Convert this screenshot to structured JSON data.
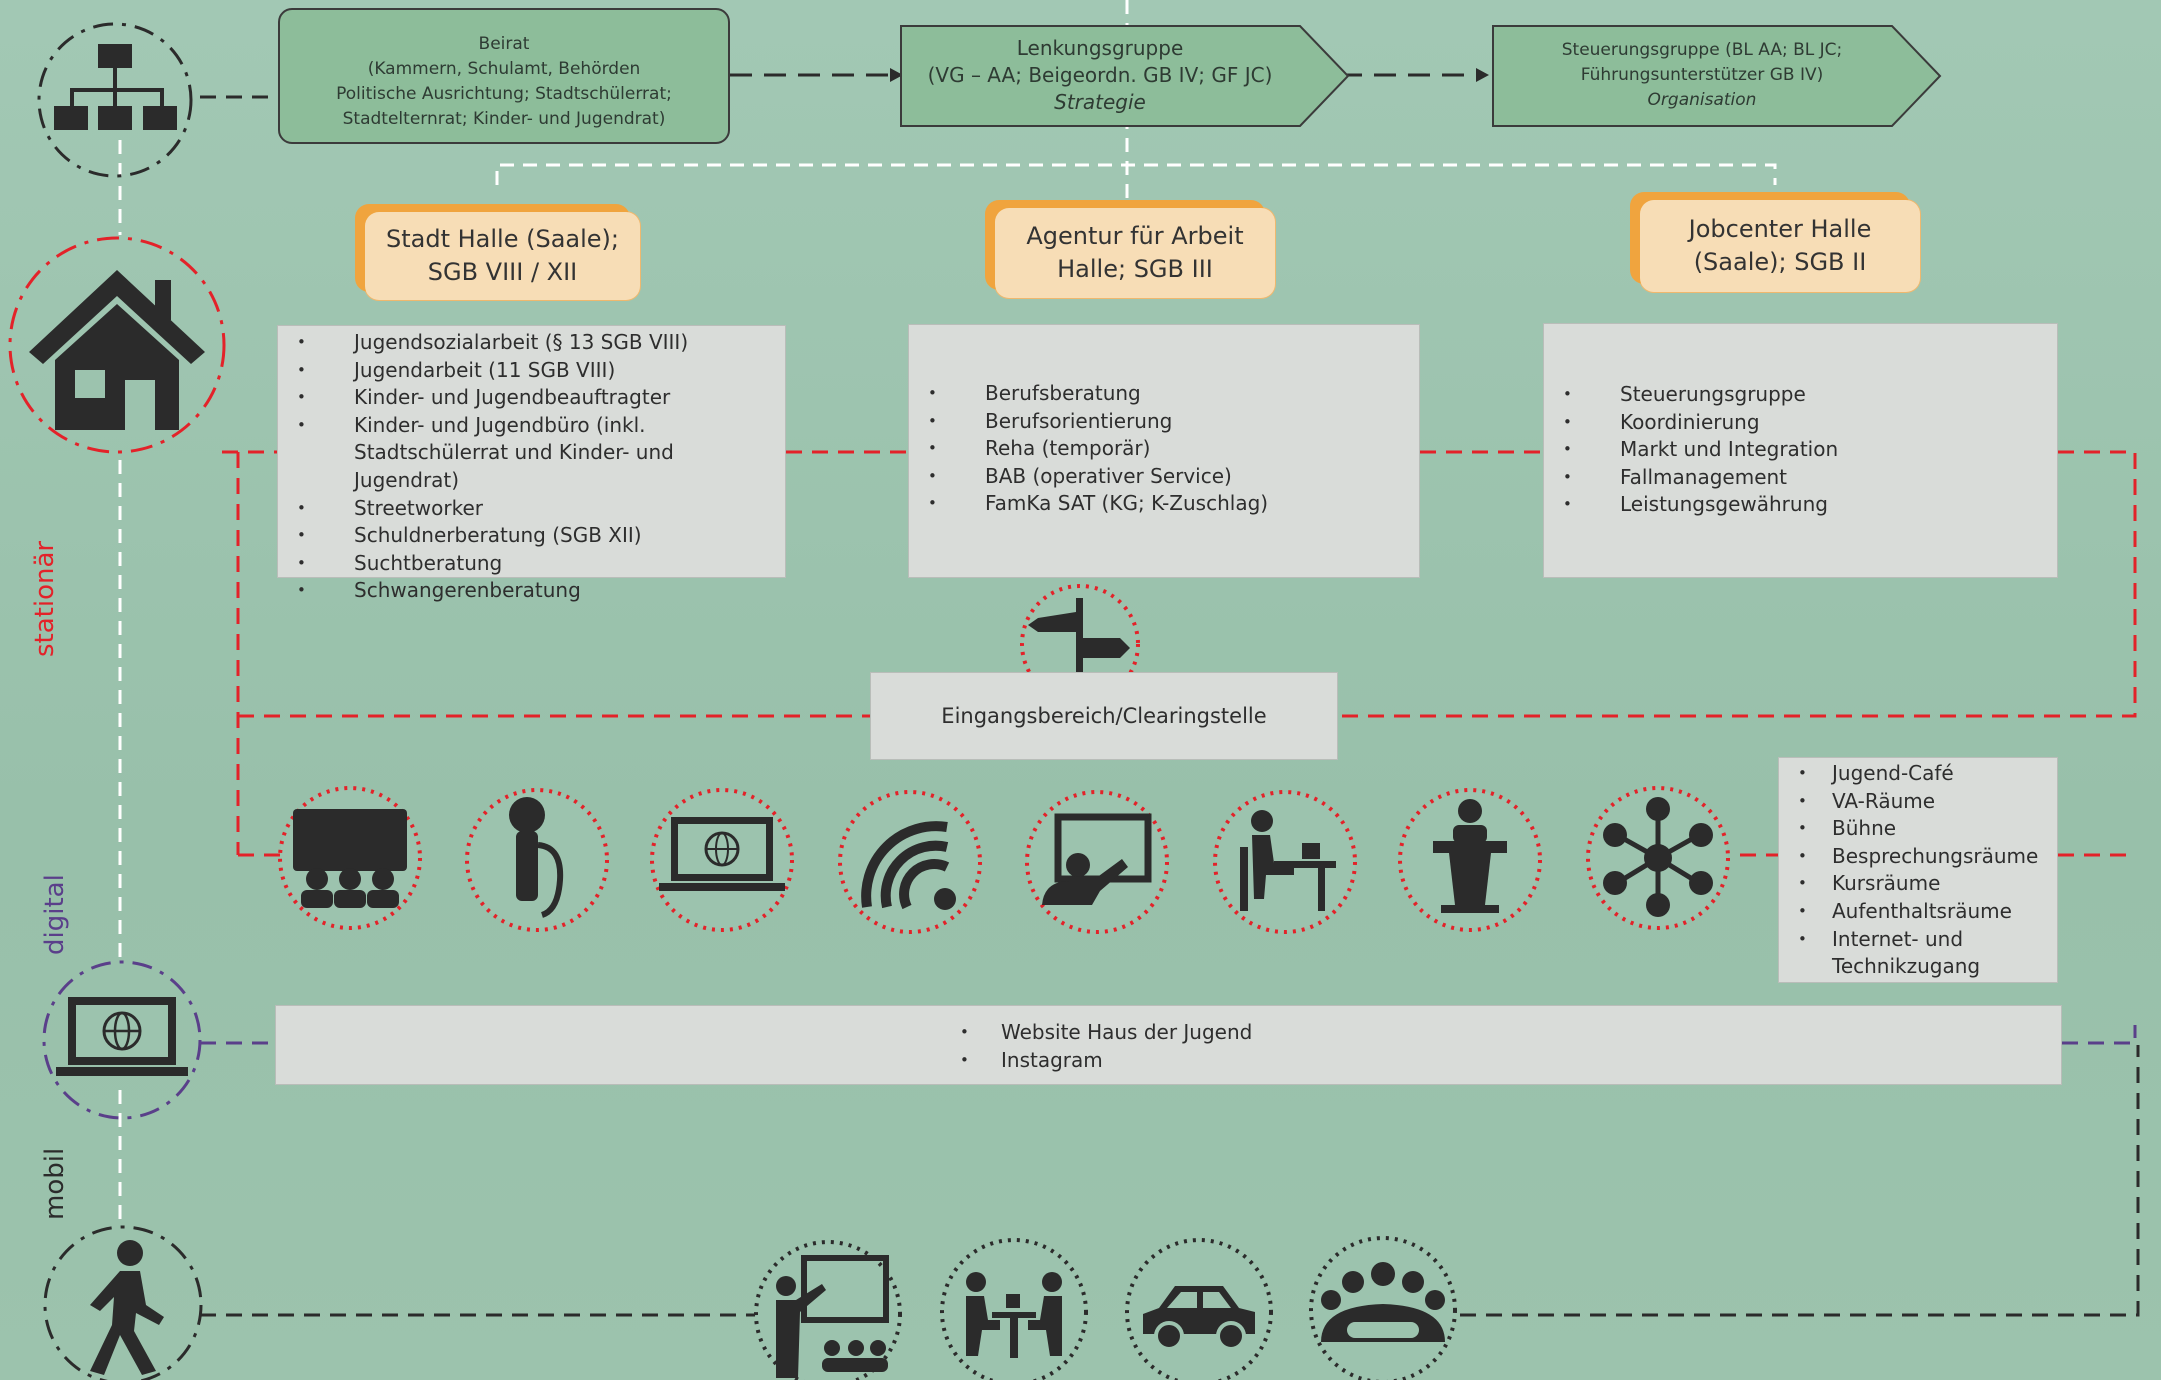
{
  "governance": {
    "beirat": {
      "title": "Beirat",
      "lines": [
        "(Kammern, Schulamt, Behörden",
        "Politische Ausrichtung; Stadtschülerrat;",
        "Stadtelternrat; Kinder- und Jugendrat)"
      ]
    },
    "lenkungsgruppe": {
      "title": "Lenkungsgruppe",
      "members": "(VG – AA; Beigeordn. GB IV; GF JC)",
      "role": "Strategie"
    },
    "steuerungsgruppe": {
      "title": "Steuerungsgruppe (BL AA; BL JC;",
      "members": "Führungsunterstützer GB IV)",
      "role": "Organisation"
    }
  },
  "partners": [
    {
      "name_line1": "Stadt Halle (Saale);",
      "name_line2": "SGB VIII / XII",
      "services": [
        "Jugendsozialarbeit (§ 13 SGB VIII)",
        "Jugendarbeit (11 SGB VIII)",
        "Kinder- und Jugendbeauftragter",
        "Kinder- und Jugendbüro (inkl.",
        "Streetworker",
        "Schuldnerberatung (SGB XII)",
        "Suchtberatung",
        "Schwangerenberatung"
      ],
      "services_continuation": "Stadtschülerrat und Kinder- und Jugendrat)"
    },
    {
      "name_line1": "Agentur für Arbeit",
      "name_line2": "Halle; SGB III",
      "services": [
        "Berufsberatung",
        "Berufsorientierung",
        "Reha (temporär)",
        "BAB (operativer Service)",
        "FamKa SAT (KG; K-Zuschlag)"
      ]
    },
    {
      "name_line1": "Jobcenter Halle",
      "name_line2": "(Saale); SGB II",
      "services": [
        "Steuerungsgruppe",
        "Koordinierung",
        "Markt und Integration",
        "Fallmanagement",
        "Leistungsgewährung"
      ]
    }
  ],
  "clearing": {
    "label": "Eingangsbereich/Clearingstelle"
  },
  "rooms": [
    "Jugend-Café",
    "VA-Räume",
    "Bühne",
    "Besprechungsräume",
    "Kursräume",
    "Aufenthaltsräume",
    "Internet- und",
    "Technikzugang"
  ],
  "digital_channels": [
    "Website Haus der Jugend",
    "Instagram"
  ],
  "side_labels": {
    "stationaer": "stationär",
    "digital": "digital",
    "mobil": "mobil"
  },
  "station_icons": [
    "theater-audience-icon",
    "microphone-icon",
    "laptop-globe-icon",
    "wifi-icon",
    "presentation-screen-icon",
    "desk-worker-icon",
    "lectern-icon",
    "network-people-icon"
  ],
  "mobile_icons": [
    "teacher-board-icon",
    "meeting-table-icon",
    "car-icon",
    "group-people-icon"
  ],
  "colors": {
    "background": "#9cc3ae",
    "red_line": "#e32229",
    "purple_line": "#5a3f8a",
    "orange_accent": "#f0a43e"
  }
}
